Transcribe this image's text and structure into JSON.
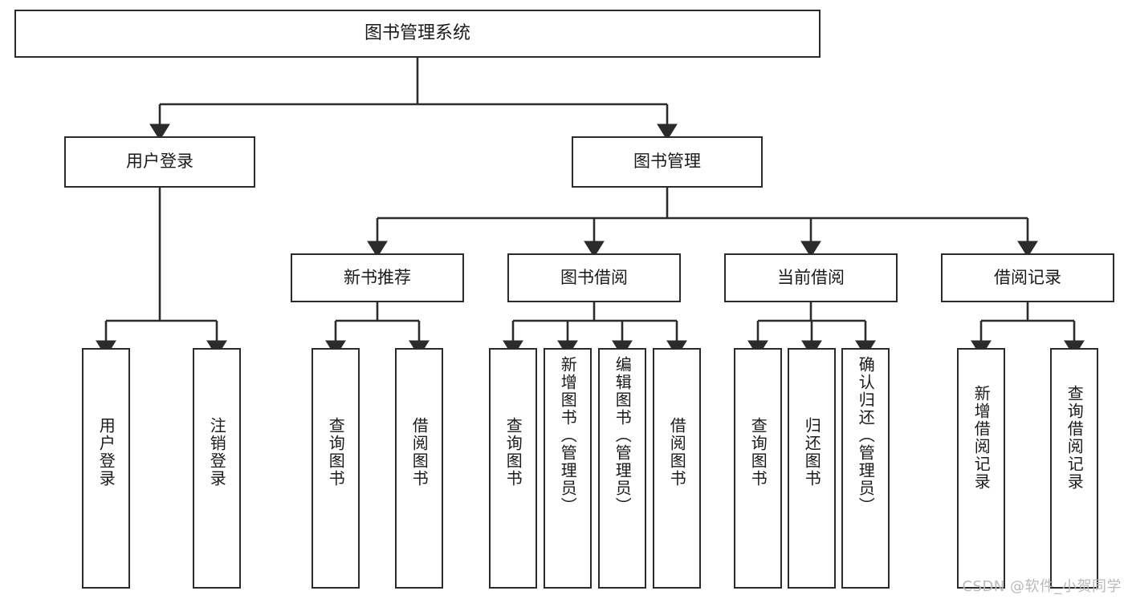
{
  "diagram": {
    "title": "图书管理系统",
    "type": "tree-hierarchy",
    "watermark": "CSDN @软件_小贺同学",
    "colors": {
      "stroke": "#2b2b2b",
      "fill": "#ffffff",
      "text": "#1a1a1a",
      "watermark": "#b9b9b9"
    },
    "root": {
      "label": "图书管理系统"
    },
    "level2": [
      {
        "label": "用户登录"
      },
      {
        "label": "图书管理"
      }
    ],
    "level3": [
      {
        "label": "新书推荐"
      },
      {
        "label": "图书借阅"
      },
      {
        "label": "当前借阅"
      },
      {
        "label": "借阅记录"
      }
    ],
    "leaves": {
      "user_login": [
        {
          "label": "用户登录"
        },
        {
          "label": "注销登录"
        }
      ],
      "new_book_rec": [
        {
          "label": "查询图书"
        },
        {
          "label": "借阅图书"
        }
      ],
      "book_borrow": [
        {
          "label": "查询图书"
        },
        {
          "label": "新增图书（管理员）"
        },
        {
          "label": "编辑图书（管理员）"
        },
        {
          "label": "借阅图书"
        }
      ],
      "current_borrow": [
        {
          "label": "查询图书"
        },
        {
          "label": "归还图书"
        },
        {
          "label": "确认归还（管理员）"
        }
      ],
      "borrow_record": [
        {
          "label": "新增借阅记录"
        },
        {
          "label": "查询借阅记录"
        }
      ]
    }
  }
}
